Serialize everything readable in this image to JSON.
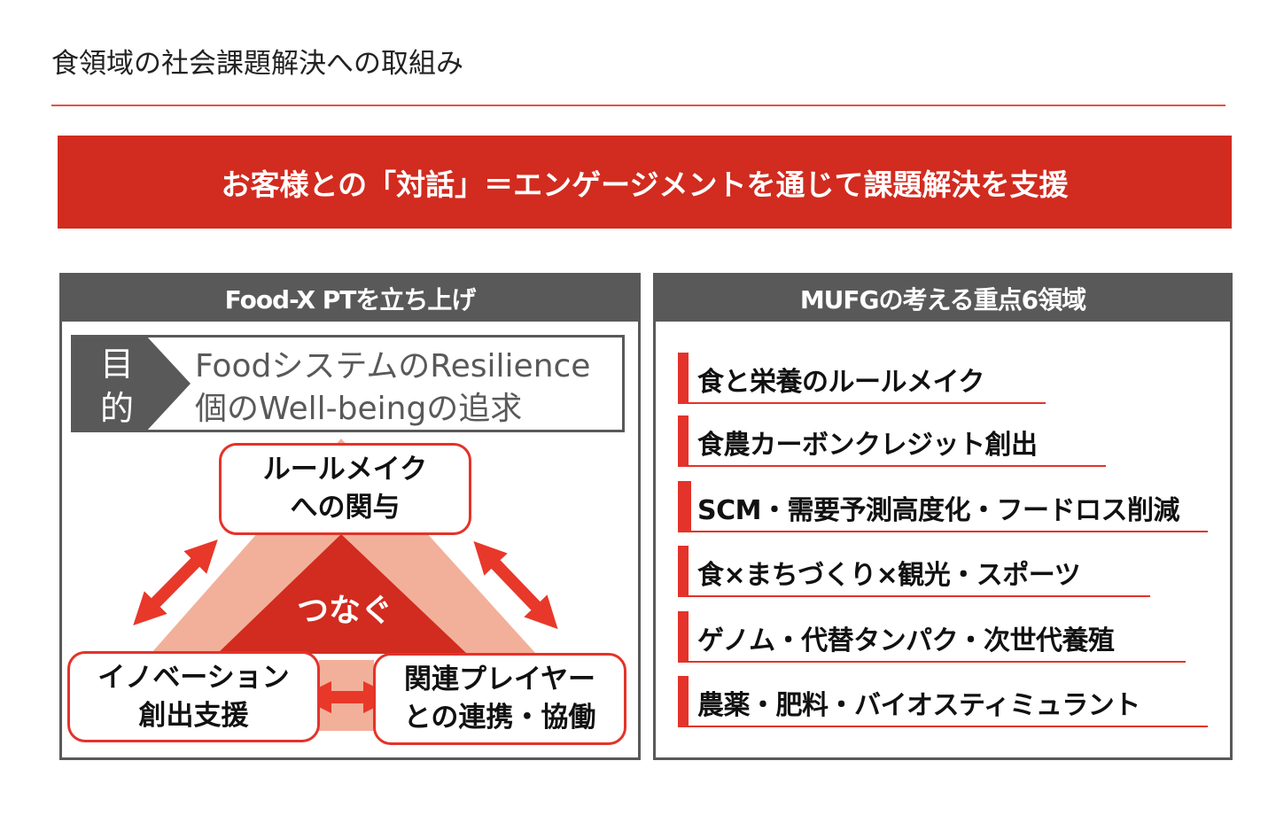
{
  "title": "食領域の社会課題解決への取組み",
  "banner": "お客様との「対話」＝エンゲージメントを通じて課題解決を支援",
  "left_panel": {
    "header": "Food-X PTを立ち上げ",
    "purpose_label": "目的",
    "purpose_lines": [
      "FoodシステムのResilience",
      "個のWell-beingの追求"
    ],
    "center_label": "つなぐ",
    "top_box": [
      "ルールメイク",
      "への関与"
    ],
    "bottom_left_box": [
      "イノベーション",
      "創出支援"
    ],
    "bottom_right_box": [
      "関連プレイヤー",
      "との連携・協働"
    ],
    "colors": {
      "dark_red": "#d22b1f",
      "light_red": "#f2b09a",
      "arrow": "#e8382a"
    }
  },
  "right_panel": {
    "header": "MUFGの考える重点6領域",
    "items": [
      "食と栄養のルールメイク",
      "食農カーボンクレジット創出",
      "SCM・需要予測高度化・フードロス削減",
      "食×まちづくり×観光・スポーツ",
      "ゲノム・代替タンパク・次世代養殖",
      "農薬・肥料・バイオスティミュラント"
    ]
  }
}
